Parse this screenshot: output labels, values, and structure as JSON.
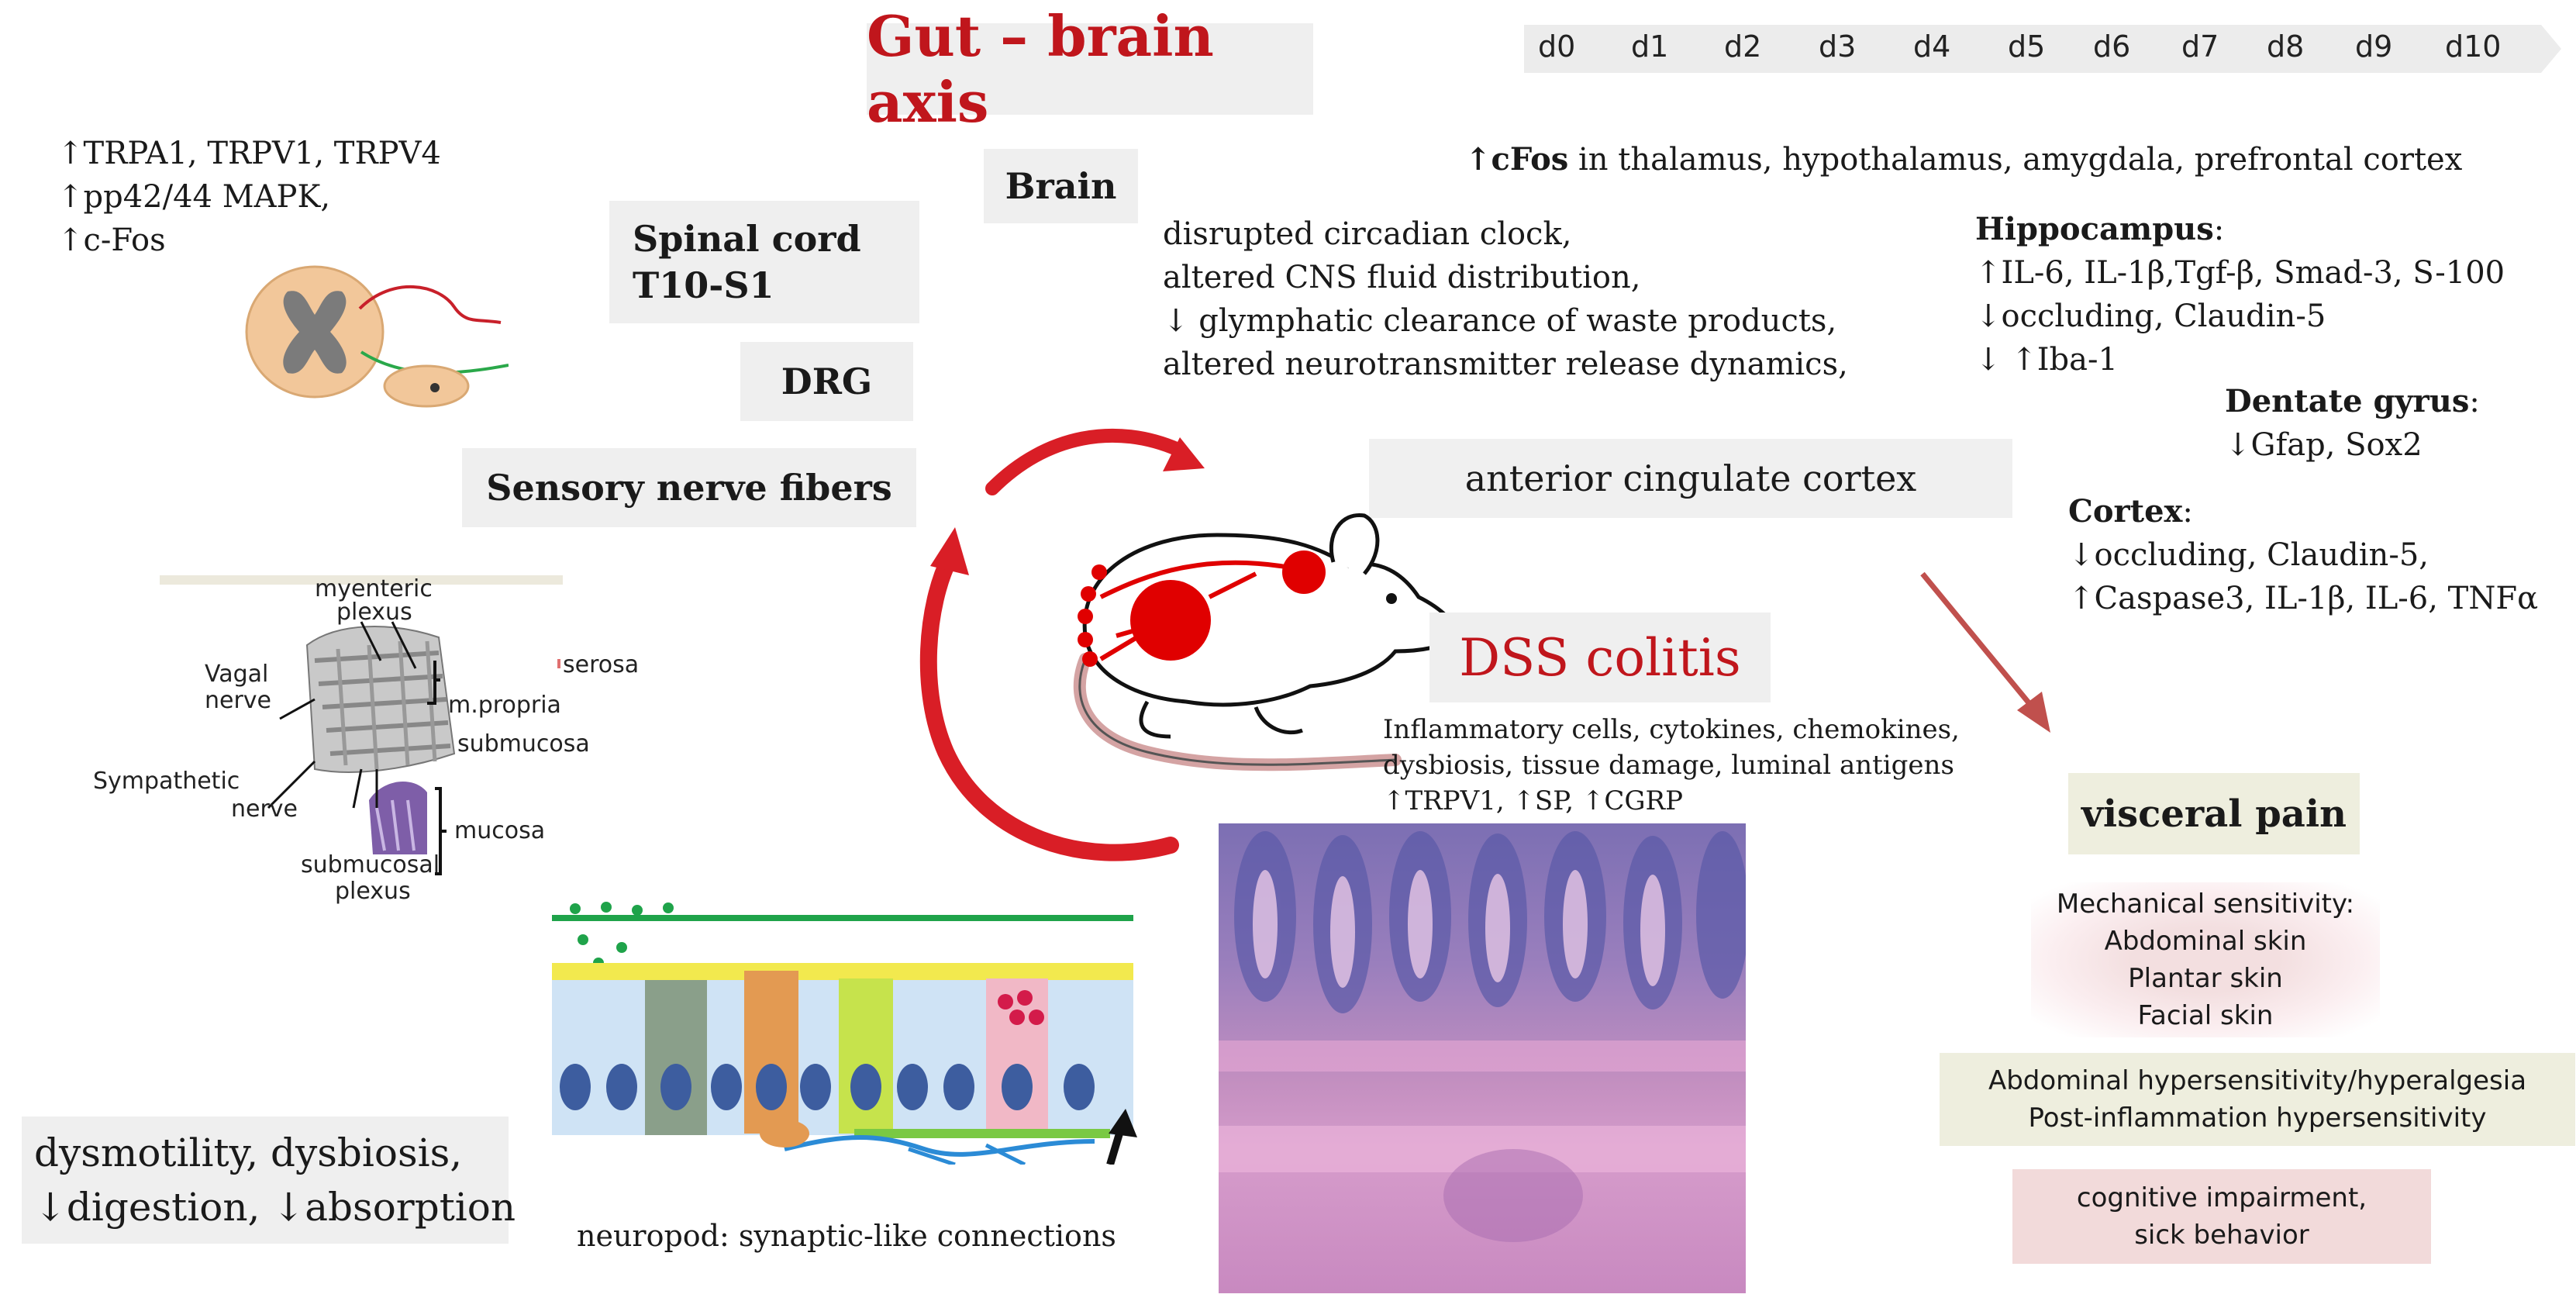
{
  "title": "Gut – brain axis",
  "timeline": {
    "days": [
      "d0",
      "d1",
      "d2",
      "d3",
      "d4",
      "d5",
      "d6",
      "d7",
      "d8",
      "d9",
      "d10"
    ]
  },
  "spinal_markers": [
    "↑TRPA1, TRPV1, TRPV4",
    "↑pp42/44 MAPK,",
    "↑c-Fos"
  ],
  "boxes": {
    "brain": "Brain",
    "spinal_line1": "Spinal cord",
    "spinal_line2": "T10-S1",
    "drg": "DRG",
    "sensory": "Sensory nerve fibers",
    "acc": "anterior cingulate cortex",
    "dss": "DSS colitis",
    "visceral": "visceral pain"
  },
  "cfos": {
    "arrow": "↑",
    "bold": "cFos",
    "rest": " in thalamus, hypothalamus, amygdala, prefrontal cortex"
  },
  "brain_effects": [
    "disrupted circadian clock,",
    "altered CNS fluid distribution,",
    "↓ glymphatic clearance of waste products,",
    "altered neurotransmitter release dynamics,"
  ],
  "hippocampus": {
    "heading": "Hippocampus",
    "colon": ":",
    "lines": [
      "↑IL-6, IL-1β,Tgf-β, Smad-3, S-100",
      "↓occluding, Claudin-5",
      "↓ ↑Iba-1"
    ]
  },
  "dentate": {
    "heading": "Dentate gyrus",
    "colon": ":",
    "lines": [
      "↓Gfap, Sox2"
    ]
  },
  "cortex": {
    "heading": "Cortex",
    "colon": ":",
    "lines": [
      "↓occluding, Claudin-5,",
      "↑Caspase3, IL-1β, IL-6, TNFα"
    ]
  },
  "colitis_factors": [
    "Inflammatory cells, cytokines, chemokines,",
    "dysbiosis, tissue damage, luminal antigens",
    "↑TRPV1, ↑SP, ↑CGRP"
  ],
  "gut_illustration": {
    "labels": {
      "myenteric_1": "myenteric",
      "myenteric_2": "plexus",
      "vagal_1": "Vagal",
      "vagal_2": "nerve",
      "symp_1": "Sympathetic",
      "symp_2": "nerve",
      "submucosal_1": "submucosal",
      "submucosal_2": "plexus",
      "serosa": "serosa",
      "mpropria": "m.propria",
      "submucosa": "submucosa",
      "mucosa": "mucosa"
    }
  },
  "gi_effects": [
    "dysmotility, dysbiosis,",
    "↓digestion, ↓absorption"
  ],
  "neuropod_caption": "neuropod: synaptic-like connections",
  "mechanical": [
    "Mechanical sensitivity:",
    "Abdominal skin",
    "Plantar skin",
    "Facial skin"
  ],
  "abdominal": [
    "Abdominal hypersensitivity/hyperalgesia",
    "Post-inflammation hypersensitivity"
  ],
  "cognitive": [
    "cognitive impairment,",
    "sick behavior"
  ],
  "colors": {
    "title_red": "#c0161c",
    "box_gray": "#efefef",
    "box_beige": "#eeeede",
    "box_pink": "#f2dada"
  }
}
